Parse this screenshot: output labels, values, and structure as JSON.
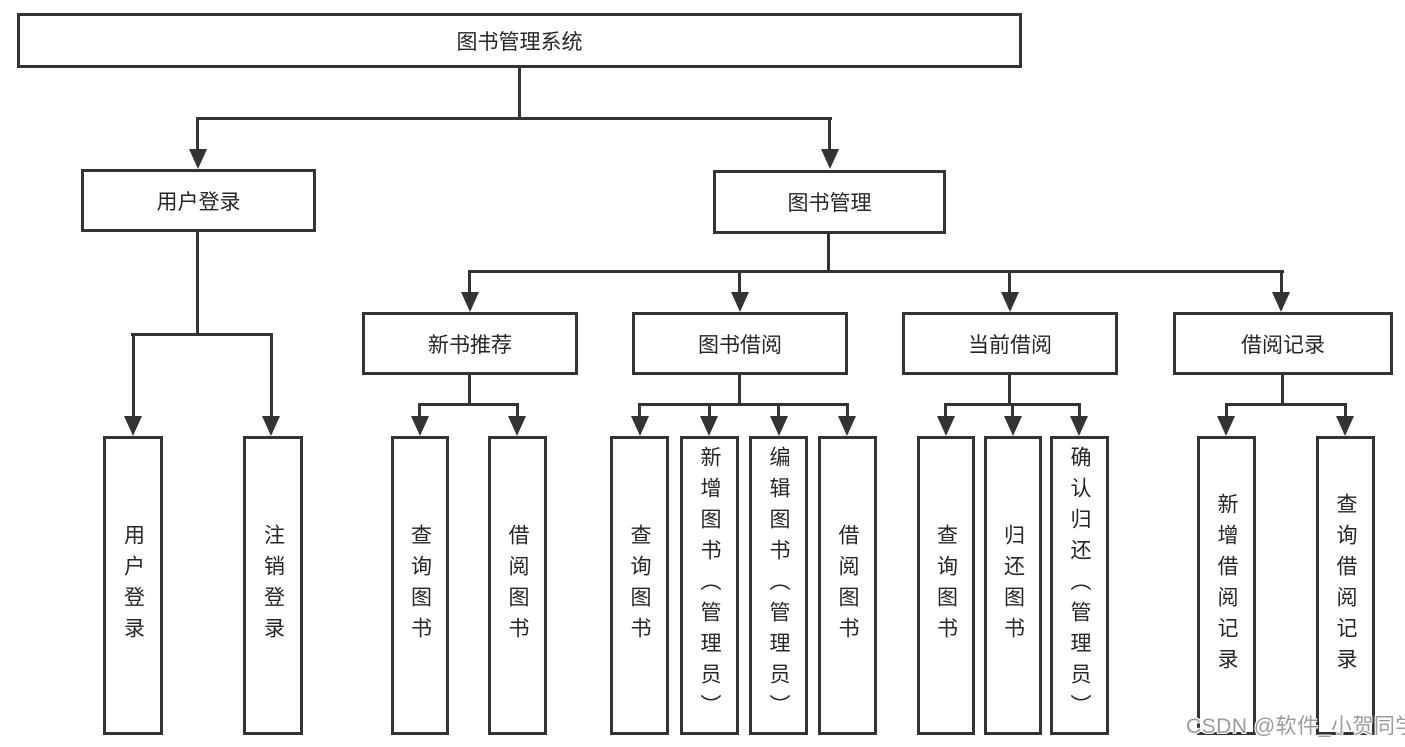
{
  "tree": {
    "root": "图书管理系统",
    "login": {
      "label": "用户登录",
      "leaves": [
        "用户登录",
        "注销登录"
      ]
    },
    "mgmt": {
      "label": "图书管理",
      "groups": [
        {
          "label": "新书推荐",
          "leaves": [
            "查询图书",
            "借阅图书"
          ]
        },
        {
          "label": "图书借阅",
          "leaves": [
            "查询图书",
            "新增图书（管理员）",
            "编辑图书（管理员）",
            "借阅图书"
          ]
        },
        {
          "label": "当前借阅",
          "leaves": [
            "查询图书",
            "归还图书",
            "确认归还（管理员）"
          ]
        },
        {
          "label": "借阅记录",
          "leaves": [
            "新增借阅记录",
            "查询借阅记录"
          ]
        }
      ]
    }
  },
  "watermark": "CSDN @软件_小贺同学",
  "colors": {
    "line": "#333333",
    "text": "#262626",
    "background": "#ffffff",
    "watermark": "#9c9c9c"
  }
}
